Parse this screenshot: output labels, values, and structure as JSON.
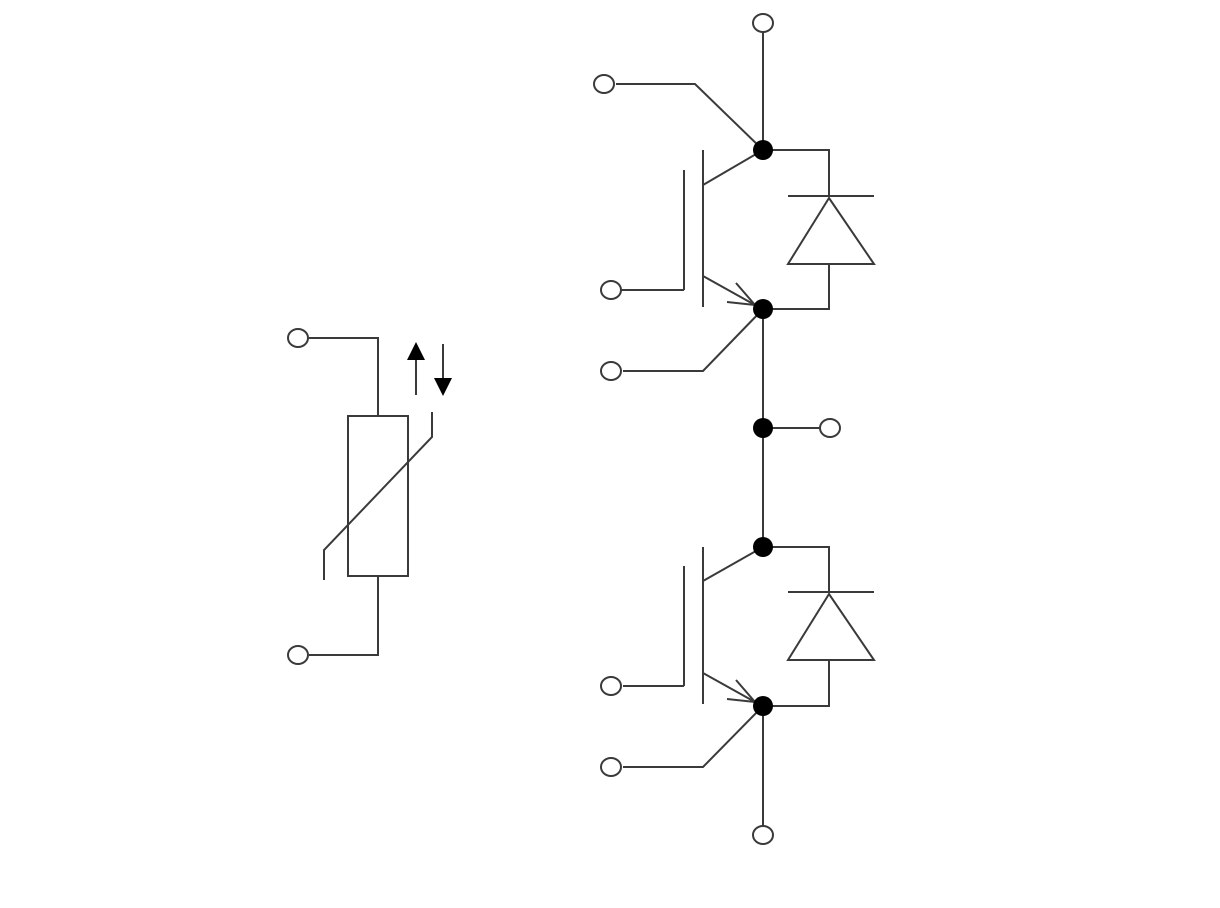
{
  "diagram": {
    "type": "circuit-schematic",
    "components": [
      {
        "name": "ntc-thermistor",
        "symbol": "thermistor-with-bidirectional-arrows"
      },
      {
        "name": "igbt-upper",
        "symbol": "igbt"
      },
      {
        "name": "freewheel-diode-upper",
        "symbol": "diode"
      },
      {
        "name": "igbt-lower",
        "symbol": "igbt"
      },
      {
        "name": "freewheel-diode-lower",
        "symbol": "diode"
      }
    ],
    "colors": {
      "line": "#3a3a3a",
      "junction": "#000000",
      "background": "#ffffff"
    }
  }
}
